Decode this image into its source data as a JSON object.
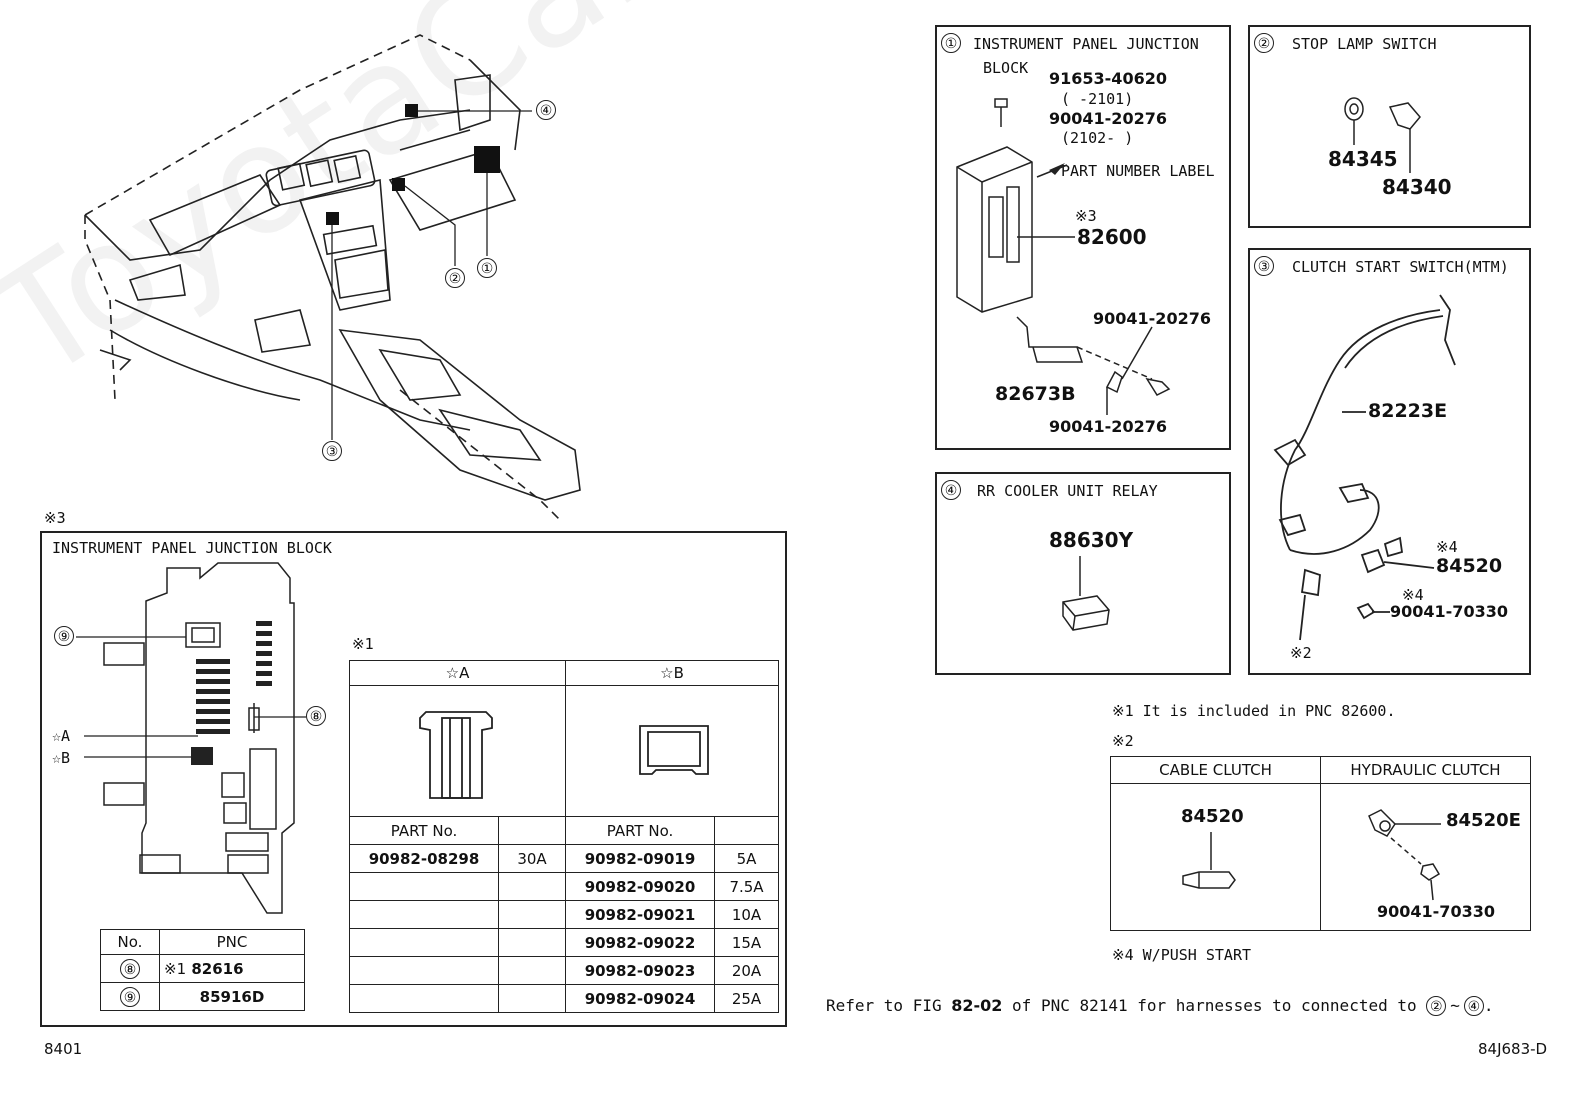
{
  "watermark": "ToyotaCarMine.ru",
  "overview": {
    "callouts": [
      "④",
      "②",
      "①",
      "③"
    ]
  },
  "panel1": {
    "num": "①",
    "title": "INSTRUMENT PANEL JUNCTION",
    "title2": "BLOCK",
    "bolt_top_pn": "91653-40620",
    "bolt_top_range": "(      -2101)",
    "bolt_top_pn2": "90041-20276",
    "bolt_top_range2": "(2102-      )",
    "label_text": "PART NUMBER LABEL",
    "note_mark": "※3",
    "block_pn": "82600",
    "bracket_pn": "82673B",
    "bolt_right_pn": "90041-20276",
    "bolt_bottom_pn": "90041-20276"
  },
  "panel2": {
    "num": "②",
    "title": "STOP LAMP SWITCH",
    "pn_a": "84345",
    "pn_b": "84340"
  },
  "panel3": {
    "num": "③",
    "title": "CLUTCH START SWITCH(MTM)",
    "harness_pn": "82223E",
    "note4a": "※4",
    "switch_pn": "84520",
    "note4b": "※4",
    "nut_pn": "90041-70330",
    "note2": "※2"
  },
  "panel4": {
    "num": "④",
    "title": "RR COOLER UNIT RELAY",
    "relay_pn": "88630Y"
  },
  "notes": {
    "n1": "※1 It is included in PNC 82600.",
    "n2": "※2",
    "n4": "※4 W/PUSH START",
    "refer_prefix": "Refer to FIG ",
    "refer_fig": "82-02",
    "refer_suffix": " of PNC 82141 for harnesses to connected to ",
    "refer_c1": "②",
    "refer_tilde": "~",
    "refer_c2": "④",
    "refer_end": "."
  },
  "clutch_table": {
    "col1": "CABLE CLUTCH",
    "col2": "HYDRAULIC CLUTCH",
    "pn1": "84520",
    "pn2": "84520E",
    "pn3": "90041-70330"
  },
  "jb_detail": {
    "note_mark": "※3",
    "title": "INSTRUMENT PANEL JUNCTION BLOCK",
    "c9": "⑨",
    "c8": "⑧",
    "starA": "☆A",
    "starB": "☆B",
    "pnc_header": [
      "No.",
      "PNC"
    ],
    "pnc_rows": [
      {
        "no": "⑧",
        "mark": "※1",
        "pnc": "82616"
      },
      {
        "no": "⑨",
        "mark": "",
        "pnc": "85916D"
      }
    ]
  },
  "fuse_table": {
    "note_mark": "※1",
    "headA": "☆A",
    "headB": "☆B",
    "partno": "PART No.",
    "rowsA": [
      {
        "pn": "90982-08298",
        "amp": "30A"
      }
    ],
    "rowsB": [
      {
        "pn": "90982-09019",
        "amp": "5A"
      },
      {
        "pn": "90982-09020",
        "amp": "7.5A"
      },
      {
        "pn": "90982-09021",
        "amp": "10A"
      },
      {
        "pn": "90982-09022",
        "amp": "15A"
      },
      {
        "pn": "90982-09023",
        "amp": "20A"
      },
      {
        "pn": "90982-09024",
        "amp": "25A"
      }
    ]
  },
  "footer": {
    "left": "8401",
    "right": "84J683-D"
  }
}
